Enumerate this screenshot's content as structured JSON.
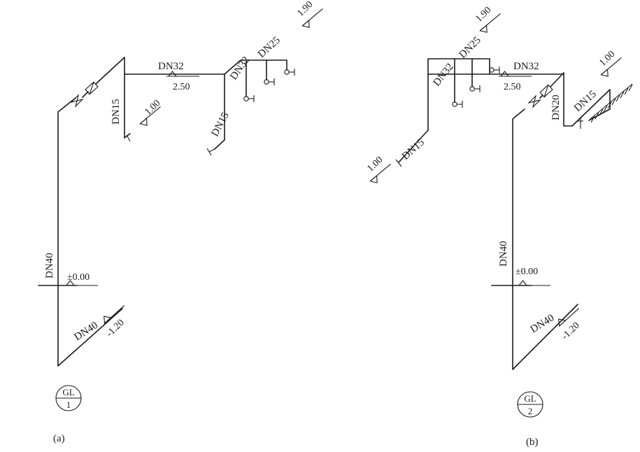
{
  "diagram_a": {
    "pipe_labels": {
      "riser": "DN40",
      "branch_left": "DN15",
      "main_top": "DN32",
      "branch_mid_vertical": "DN15",
      "main_right_1": "DN32",
      "main_right_2": "DN25",
      "buried": "DN40"
    },
    "elevations": {
      "ground": "±0.00",
      "main": "2.50",
      "branch_left": "1.00",
      "top_right": "1.90",
      "buried": "-1.20"
    },
    "badge_top": "GL",
    "badge_bottom": "1",
    "caption": "(a)"
  },
  "diagram_b": {
    "pipe_labels": {
      "riser": "DN40",
      "branch_left": "DN15",
      "left_upper_1": "DN32",
      "left_upper_2": "DN25",
      "main_top": "DN32",
      "riser_upper": "DN20",
      "branch_right": "DN15",
      "buried": "DN40"
    },
    "elevations": {
      "ground": "±0.00",
      "main": "2.50",
      "branch_left": "1.00",
      "top_left": "1.90",
      "branch_right": "1.00",
      "buried": "-1.20"
    },
    "badge_top": "GL",
    "badge_bottom": "2",
    "caption": "(b)"
  }
}
